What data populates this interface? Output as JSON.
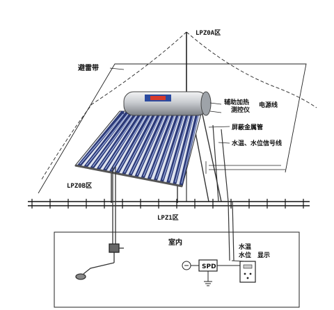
{
  "zones": {
    "lpz0a": "LPZ0A区",
    "lpz0b": "LPZ0B区",
    "lpz1": "LPZ1区"
  },
  "callouts": {
    "lightning_belt": "避雷带",
    "aux_heating_line1": "辅助加热",
    "aux_heating_line2": "测控仪",
    "power_line": "电源线",
    "shielded_metal_pipe": "屏蔽金属管",
    "signal_line": "水温、水位信号线"
  },
  "indoor": {
    "room_label": "室内",
    "spd_label": "SPD",
    "display_line1": "水温",
    "display_line2": "水位",
    "display_line3": "显示"
  },
  "colors": {
    "tank_steel": "#c9ccd0",
    "tube_blue": "#3a4a8a",
    "line": "#222222"
  }
}
